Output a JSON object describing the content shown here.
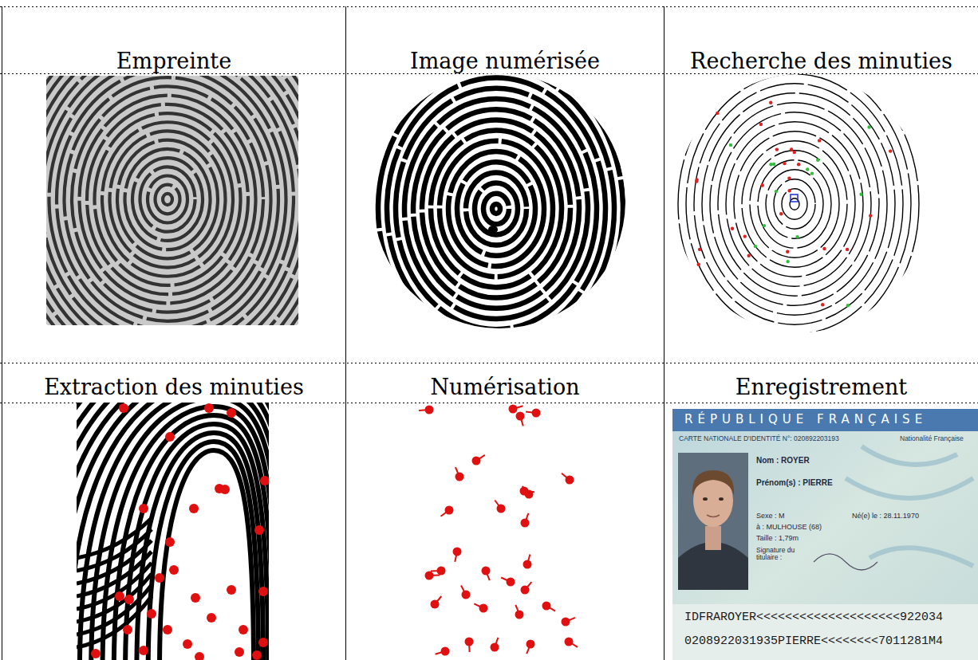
{
  "diagram": {
    "nodes": [
      {
        "text": [
          "Empreinte"
        ]
      },
      {
        "text": [
          "Image numérisée"
        ]
      },
      {
        "text": [
          "Recherche des minuties"
        ]
      },
      {
        "text": [
          "Extraction des minuties"
        ]
      },
      {
        "text": [
          "Numérisation"
        ]
      },
      {
        "text": [
          "Enregistrement"
        ]
      }
    ],
    "labels": [
      "RÉPUBLIQUE FRANÇAISE",
      "CARTE NATIONALE D'IDENTITÉ N°: 020892203193",
      "Nationalité Française",
      "Nom : ROYER",
      "Prénom(s) : PIERRE",
      "Sexe : M",
      "Né(e) le : 28.11.1970",
      "à : MULHOUSE (68)",
      "Taille : 1,79m",
      "Signature du titulaire :",
      "IDFRAROYER<<<<<<<<<<<<<<<<<<<<922034",
      "0208922031935PIERRE<<<<<<<<7011281M4"
    ]
  }
}
